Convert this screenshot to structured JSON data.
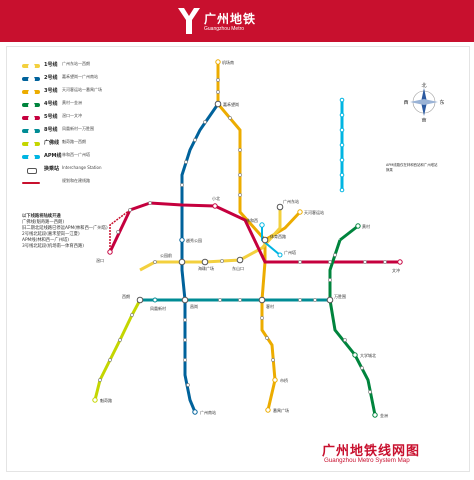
{
  "brand": {
    "name_cn": "广州地铁",
    "name_en": "Guangzhou Metro",
    "color": "#c8102e"
  },
  "title": {
    "cn": "广州地铁线网图",
    "en": "Guangzhou Metro System Map"
  },
  "legend": [
    {
      "name": "1号线",
      "color": "#f3d03e",
      "route": "广州东站—西朗"
    },
    {
      "name": "2号线",
      "color": "#00629b",
      "route": "嘉禾望岗—广州南站"
    },
    {
      "name": "3号线",
      "color": "#ecac00",
      "route": "天河客运站—番禺广场"
    },
    {
      "name": "4号线",
      "color": "#00843d",
      "route": "黄村—金洲"
    },
    {
      "name": "5号线",
      "color": "#c5003e",
      "route": "滘口—文冲"
    },
    {
      "name": "8号线",
      "color": "#008c95",
      "route": "凤凰新村—万胜围"
    },
    {
      "name": "广佛线",
      "color": "#c4d600",
      "route": "魁奇路—西朗"
    },
    {
      "name": "APM线",
      "color": "#00b5e2",
      "route": "林和西—广州塔"
    },
    {
      "name": "换乘站",
      "color": "#555555",
      "route": "Interchange Station"
    },
    {
      "name": "",
      "color": "#c8102e",
      "route": "规划和在建线路"
    }
  ],
  "notes": [
    "以下线路将陆续开通",
    "广佛线(魁奇路—西朗)",
    "旧二期北延线路已停运APM(林和西—广州塔)",
    "2号线北延段(嘉禾望岗—江夏)",
    "APM线(林和西—广州塔)",
    "3号线北延段(机场南—体育西路)"
  ],
  "compass": {
    "n": "北",
    "s": "南",
    "e": "东",
    "w": "西"
  },
  "apm_note": "APM线路仅在林和西站和广州塔站换乘",
  "stations": {
    "airport": "机场南",
    "jiahe": "嘉禾望岗",
    "tianhe": "体育西路",
    "gz_east": "广州东站",
    "xilang": "西朗",
    "panyu": "番禺广场",
    "gz_south": "广州南站",
    "jiaokou": "滘口",
    "wenchong": "文冲",
    "gz_tower": "广州塔",
    "gongyuan": "公园前",
    "linhexi": "林和西",
    "huangcun": "黄村",
    "jinzhou": "金洲",
    "wanshengwei": "万胜围",
    "changgang": "昌岗",
    "kuiqi": "魁奇路",
    "kecun": "客村",
    "shiqiao": "市桥",
    "tianhe_bus": "天河客运站",
    "yuexiu": "越秀公园",
    "xiaobei": "小北",
    "haizhu": "海珠广场",
    "dongshan": "东山口",
    "fenghuang": "凤凰新村",
    "daxue": "大学城北"
  }
}
